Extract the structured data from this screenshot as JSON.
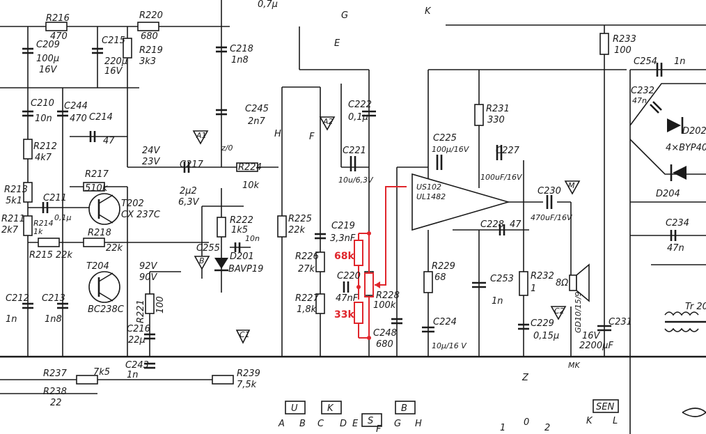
{
  "colors": {
    "ink": "#1a1a1a",
    "annotation": "#e0262c",
    "paper": "#ffffff"
  },
  "labels": {
    "top_cap": "0,7μ",
    "R216": "R216",
    "R216v": "470",
    "R220": "R220",
    "R220v": "680",
    "C209": "C209",
    "C209v1": "100μ",
    "C209v2": "16V",
    "C215": "C215",
    "C215v1": "220μ",
    "C215v2": "16V",
    "R219": "R219",
    "R219v": "3k3",
    "C218": "C218",
    "C218v": "1n8",
    "C210": "C210",
    "C210v": "10n",
    "C244": "C244",
    "C244v": "470",
    "C214": "C214",
    "C214v": "47",
    "C245": "C245",
    "C245v": "2n7",
    "R212": "R212",
    "R212v": "4k7",
    "R217": "R217",
    "R217v": "510k",
    "v24": "24V",
    "v23": "23V",
    "C217": "C217",
    "C217v1": "2μ2",
    "C217v2": "6,3V",
    "R224": "R224",
    "R224v": "10k",
    "R213": "R213",
    "R213v": "5k1",
    "C211": "C211",
    "C211v": "0,1μ",
    "T202": "T202",
    "T202v": "CX 237C",
    "R211": "R211",
    "R211v": "2k7",
    "R214": "R214",
    "R214v": "1k",
    "R218": "R218",
    "R218v": "22k",
    "R215": "R215 22k",
    "R222": "R222",
    "R222v": "1k5",
    "C255": "C255",
    "C255v": "10n",
    "D201": "D201",
    "D201v": "BAVP19",
    "T204": "T204",
    "T204v": "BC238C",
    "v92": "92V",
    "v90": "90V",
    "R221": "R221",
    "R221v": "100",
    "C212": "C212",
    "C212v": "1n",
    "C213": "C213",
    "C213v": "1n8",
    "C216": "C216",
    "C216v": "22μ",
    "C243": "C243",
    "C243v": "1n",
    "R237": "R237",
    "R237v": "7k5",
    "R238": "R238",
    "R238v": "22",
    "R239": "R239",
    "R239v": "7,5k",
    "R225": "R225",
    "R225v": "22k",
    "C219": "C219",
    "C219v": "3,3nF",
    "R226": "R226",
    "R226v": "27k",
    "C220": "C220",
    "C220v": "47nF",
    "R227": "R227",
    "R227v": "1,8k",
    "R228": "R228",
    "R228v": "100k",
    "C248": "C248",
    "C248v": "680",
    "C221": "C221",
    "C221v": "10u/6,3V",
    "C222": "C222",
    "C222v": "0,1μ",
    "C225": "C225",
    "C225v": "100μ/16V",
    "R231": "R231",
    "R231v": "330",
    "C227": "C227",
    "C227v": "100uF/16V",
    "ic1": "US102",
    "ic2": "UL1482",
    "C230": "C230",
    "C230v": "470uF/16V",
    "C228": "C228",
    "C228v": "47",
    "R229": "R229",
    "R229v": "68",
    "C253": "C253",
    "C253v": "1n",
    "R232": "R232",
    "R232v": "1",
    "C224": "C224",
    "C224v": "10μ/16 V",
    "C229": "C229",
    "C229v": "0,15μ",
    "spk": "8Ω",
    "spk2": "GD10/15/9",
    "C231": "C231",
    "C231v1": "16V",
    "C231v2": "2200μF",
    "MK": "MK",
    "R233": "R233",
    "R233v": "100",
    "C254": "C254",
    "C254v": "1n",
    "C232": "C232",
    "C232v": "47n",
    "D202": "D202",
    "D202v": "4×BYP40",
    "D204": "D204",
    "C234": "C234",
    "C234v": "47n",
    "Tr": "Tr 20",
    "A1": "A1",
    "A2": "A2",
    "B": "B",
    "C1": "C1",
    "C2": "C2",
    "M": "M",
    "sw_H": "H",
    "sw_F": "F",
    "sw_G": "G",
    "sw_E": "E",
    "sw_K": "K",
    "sw_z0": "z/0",
    "Z": "Z",
    "Z0": "0",
    "Z1": "1",
    "Z2": "2",
    "SEN": "SEN",
    "conn_U": "U",
    "conn_K": "K",
    "conn_S": "S",
    "conn_B": "B",
    "bot_A": "A",
    "bot_B": "B",
    "bot_C": "C",
    "bot_D": "D",
    "bot_E": "E",
    "bot_F": "F",
    "bot_G": "G",
    "bot_H": "H",
    "sen_K": "K",
    "sen_L": "L"
  },
  "annotations": {
    "upper": "68k",
    "lower": "33k"
  }
}
